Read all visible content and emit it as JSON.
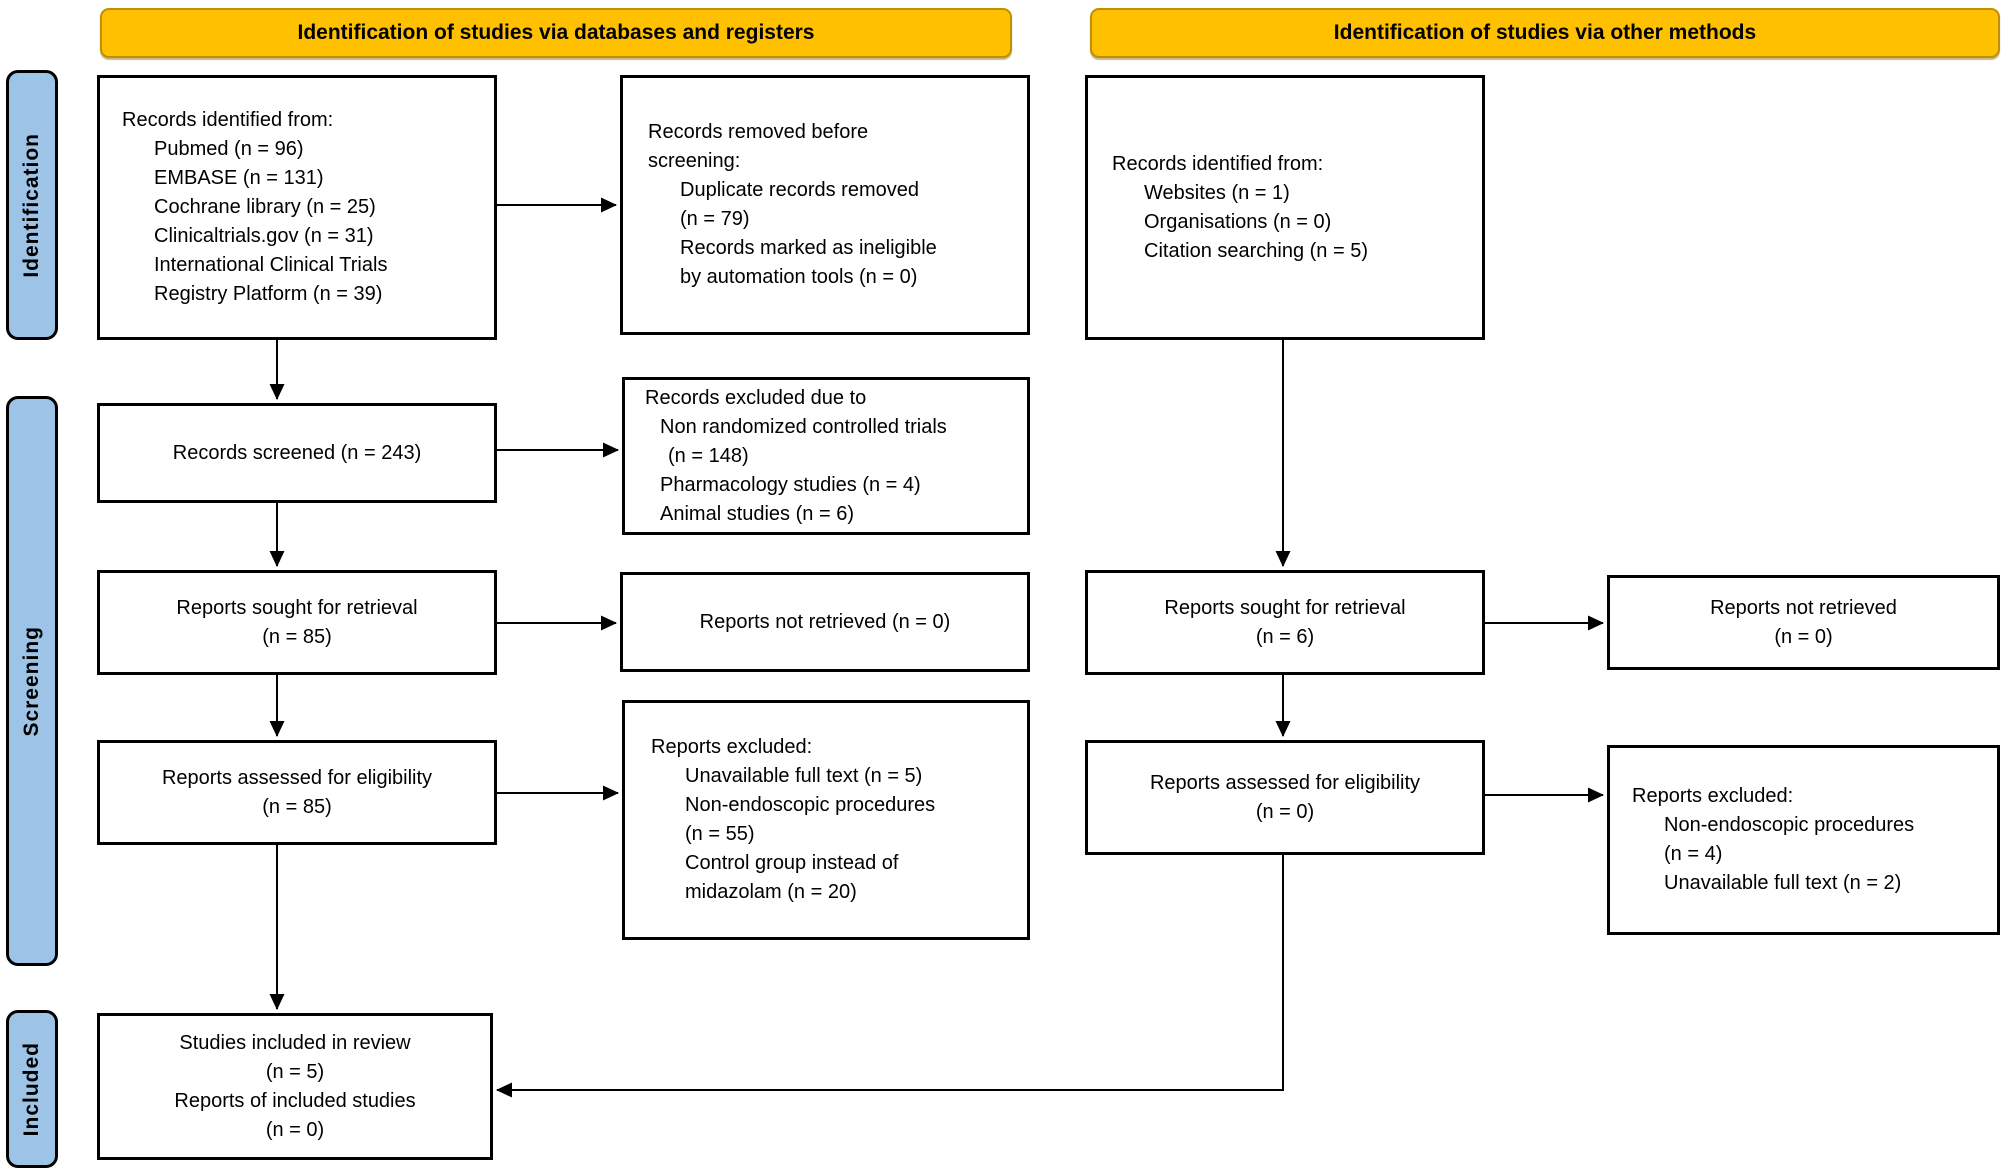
{
  "headers": {
    "left": "Identification of studies via databases and registers",
    "right": "Identification of studies via other methods"
  },
  "side_labels": {
    "identification": "Identification",
    "screening": "Screening",
    "included": "Included"
  },
  "colors": {
    "banner_fill": "#FFC000",
    "banner_border": "#BF8F00",
    "rail_fill": "#9DC3E6",
    "box_border": "#000000",
    "box_fill": "#FFFFFF"
  },
  "boxes": {
    "db_identified": {
      "lines": [
        "Records identified from:",
        "Pubmed (n = 96)",
        "EMBASE (n = 131)",
        "Cochrane library (n = 25)",
        "Clinicaltrials.gov (n = 31)",
        "International Clinical Trials",
        "Registry Platform (n = 39)"
      ]
    },
    "records_removed": {
      "lines": [
        "Records removed before",
        "screening:",
        "Duplicate records removed",
        "(n = 79)",
        "Records marked as ineligible",
        "by automation tools (n = 0)"
      ]
    },
    "records_screened": {
      "lines": [
        "Records screened (n = 243)"
      ]
    },
    "records_excluded": {
      "lines": [
        "Records excluded due to",
        "Non randomized controlled trials",
        "(n = 148)",
        "Pharmacology studies (n = 4)",
        "Animal studies (n = 6)"
      ]
    },
    "reports_sought_db": {
      "lines": [
        "Reports sought for retrieval",
        "(n = 85)"
      ]
    },
    "reports_not_retrieved_db": {
      "lines": [
        "Reports not retrieved (n = 0)"
      ]
    },
    "reports_assessed_db": {
      "lines": [
        "Reports assessed for eligibility",
        "(n = 85)"
      ]
    },
    "reports_excluded_db": {
      "lines": [
        "Reports excluded:",
        "Unavailable full text (n = 5)",
        "Non-endoscopic procedures",
        "(n = 55)",
        "Control group instead of",
        "midazolam (n = 20)"
      ]
    },
    "other_identified": {
      "lines": [
        "Records identified from:",
        "Websites (n = 1)",
        "Organisations (n = 0)",
        "Citation searching (n = 5)"
      ]
    },
    "reports_sought_other": {
      "lines": [
        "Reports sought for retrieval",
        "(n = 6)"
      ]
    },
    "reports_not_retrieved_other": {
      "lines": [
        "Reports not retrieved",
        "(n = 0)"
      ]
    },
    "reports_assessed_other": {
      "lines": [
        "Reports assessed for eligibility",
        "(n = 0)"
      ]
    },
    "reports_excluded_other": {
      "lines": [
        "Reports excluded:",
        "Non-endoscopic procedures",
        "(n = 4)",
        "Unavailable full text (n = 2)"
      ]
    },
    "studies_included": {
      "lines": [
        "Studies included in review",
        "(n = 5)",
        "Reports of included studies",
        "(n = 0)"
      ]
    }
  }
}
